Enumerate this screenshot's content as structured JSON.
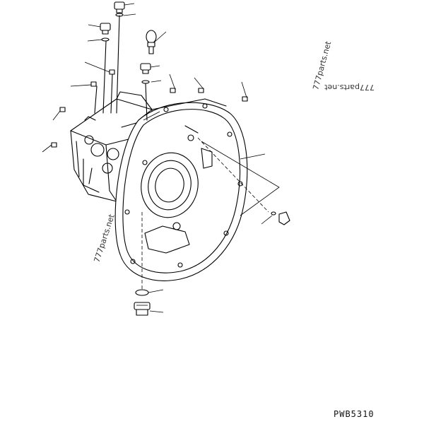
{
  "diagram": {
    "drawing_code": "PWB5310",
    "watermarks": [
      "777parts.net",
      "777parts.net",
      "777parts.net"
    ]
  }
}
